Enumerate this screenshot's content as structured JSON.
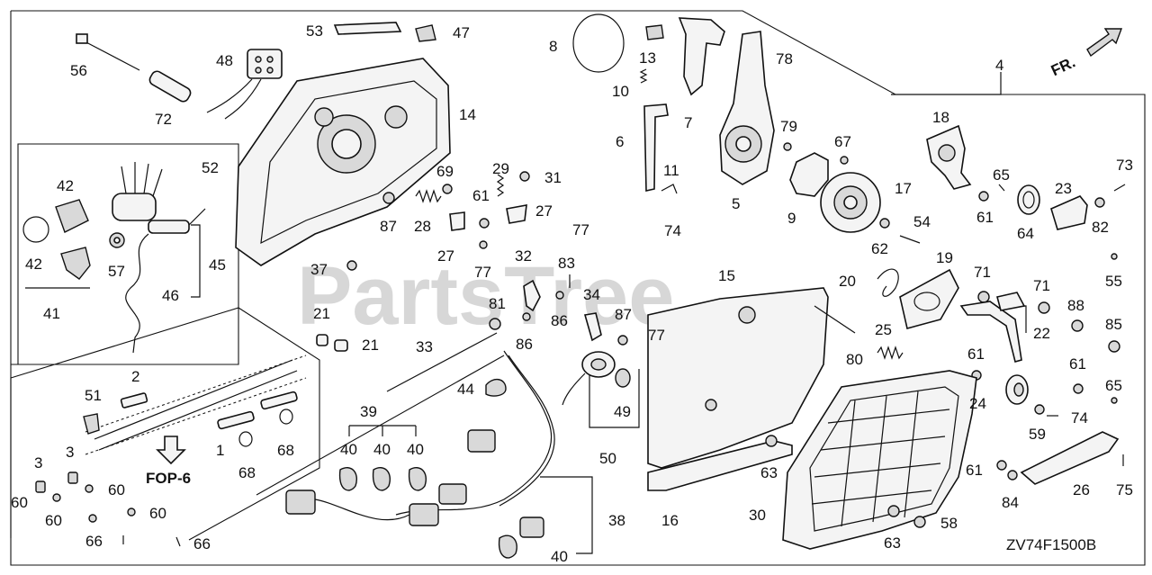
{
  "diagram": {
    "code": "ZV74F1500B",
    "direction_label": "FR.",
    "reference_label": "FOP-6",
    "watermark": "PartsTree"
  },
  "callouts": [
    {
      "id": "c53",
      "text": "53"
    },
    {
      "id": "c47",
      "text": "47"
    },
    {
      "id": "c56",
      "text": "56"
    },
    {
      "id": "c48",
      "text": "48"
    },
    {
      "id": "c72",
      "text": "72"
    },
    {
      "id": "c14",
      "text": "14"
    },
    {
      "id": "c52",
      "text": "52"
    },
    {
      "id": "c42a",
      "text": "42"
    },
    {
      "id": "c42b",
      "text": "42"
    },
    {
      "id": "c41",
      "text": "41"
    },
    {
      "id": "c57",
      "text": "57"
    },
    {
      "id": "c45",
      "text": "45"
    },
    {
      "id": "c46",
      "text": "46"
    },
    {
      "id": "c87a",
      "text": "87"
    },
    {
      "id": "c69",
      "text": "69"
    },
    {
      "id": "c28",
      "text": "28"
    },
    {
      "id": "c29",
      "text": "29"
    },
    {
      "id": "c31",
      "text": "31"
    },
    {
      "id": "c61a",
      "text": "61"
    },
    {
      "id": "c27a",
      "text": "27"
    },
    {
      "id": "c27b",
      "text": "27"
    },
    {
      "id": "c77a",
      "text": "77"
    },
    {
      "id": "c77b",
      "text": "77"
    },
    {
      "id": "c37",
      "text": "37"
    },
    {
      "id": "c21a",
      "text": "21"
    },
    {
      "id": "c21b",
      "text": "21"
    },
    {
      "id": "c8",
      "text": "8"
    },
    {
      "id": "c13",
      "text": "13"
    },
    {
      "id": "c10",
      "text": "10"
    },
    {
      "id": "c7",
      "text": "7"
    },
    {
      "id": "c6",
      "text": "6"
    },
    {
      "id": "c11",
      "text": "11"
    },
    {
      "id": "c74a",
      "text": "74"
    },
    {
      "id": "c78",
      "text": "78"
    },
    {
      "id": "c5",
      "text": "5"
    },
    {
      "id": "c79",
      "text": "79"
    },
    {
      "id": "c9",
      "text": "9"
    },
    {
      "id": "c67",
      "text": "67"
    },
    {
      "id": "c17",
      "text": "17"
    },
    {
      "id": "c4",
      "text": "4"
    },
    {
      "id": "c18",
      "text": "18"
    },
    {
      "id": "c65a",
      "text": "65"
    },
    {
      "id": "c73",
      "text": "73"
    },
    {
      "id": "c61b",
      "text": "61"
    },
    {
      "id": "c64",
      "text": "64"
    },
    {
      "id": "c23",
      "text": "23"
    },
    {
      "id": "c82",
      "text": "82"
    },
    {
      "id": "c55",
      "text": "55"
    },
    {
      "id": "c62",
      "text": "62"
    },
    {
      "id": "c54",
      "text": "54"
    },
    {
      "id": "c32",
      "text": "32"
    },
    {
      "id": "c83",
      "text": "83"
    },
    {
      "id": "c34",
      "text": "34"
    },
    {
      "id": "c81",
      "text": "81"
    },
    {
      "id": "c86a",
      "text": "86"
    },
    {
      "id": "c86b",
      "text": "86"
    },
    {
      "id": "c33",
      "text": "33"
    },
    {
      "id": "c87b",
      "text": "87"
    },
    {
      "id": "c77c",
      "text": "77"
    },
    {
      "id": "c15",
      "text": "15"
    },
    {
      "id": "c20",
      "text": "20"
    },
    {
      "id": "c19",
      "text": "19"
    },
    {
      "id": "c71a",
      "text": "71"
    },
    {
      "id": "c71b",
      "text": "71"
    },
    {
      "id": "c88",
      "text": "88"
    },
    {
      "id": "c85",
      "text": "85"
    },
    {
      "id": "c22",
      "text": "22"
    },
    {
      "id": "c25",
      "text": "25"
    },
    {
      "id": "c80",
      "text": "80"
    },
    {
      "id": "c61c",
      "text": "61"
    },
    {
      "id": "c61d",
      "text": "61"
    },
    {
      "id": "c65b",
      "text": "65"
    },
    {
      "id": "c24",
      "text": "24"
    },
    {
      "id": "c74b",
      "text": "74"
    },
    {
      "id": "c59",
      "text": "59"
    },
    {
      "id": "c44",
      "text": "44"
    },
    {
      "id": "c49",
      "text": "49"
    },
    {
      "id": "c50",
      "text": "50"
    },
    {
      "id": "c2",
      "text": "2"
    },
    {
      "id": "c51",
      "text": "51"
    },
    {
      "id": "c1",
      "text": "1"
    },
    {
      "id": "c68a",
      "text": "68"
    },
    {
      "id": "c68b",
      "text": "68"
    },
    {
      "id": "c3a",
      "text": "3"
    },
    {
      "id": "c3b",
      "text": "3"
    },
    {
      "id": "c60a",
      "text": "60"
    },
    {
      "id": "c60b",
      "text": "60"
    },
    {
      "id": "c60c",
      "text": "60"
    },
    {
      "id": "c60d",
      "text": "60"
    },
    {
      "id": "c66a",
      "text": "66"
    },
    {
      "id": "c66b",
      "text": "66"
    },
    {
      "id": "c39",
      "text": "39"
    },
    {
      "id": "c40a",
      "text": "40"
    },
    {
      "id": "c40b",
      "text": "40"
    },
    {
      "id": "c40c",
      "text": "40"
    },
    {
      "id": "c40d",
      "text": "40"
    },
    {
      "id": "c38",
      "text": "38"
    },
    {
      "id": "c16",
      "text": "16"
    },
    {
      "id": "c63a",
      "text": "63"
    },
    {
      "id": "c63b",
      "text": "63"
    },
    {
      "id": "c30",
      "text": "30"
    },
    {
      "id": "c58",
      "text": "58"
    },
    {
      "id": "c84",
      "text": "84"
    },
    {
      "id": "c26",
      "text": "26"
    },
    {
      "id": "c75",
      "text": "75"
    },
    {
      "id": "c61e",
      "text": "61"
    }
  ]
}
